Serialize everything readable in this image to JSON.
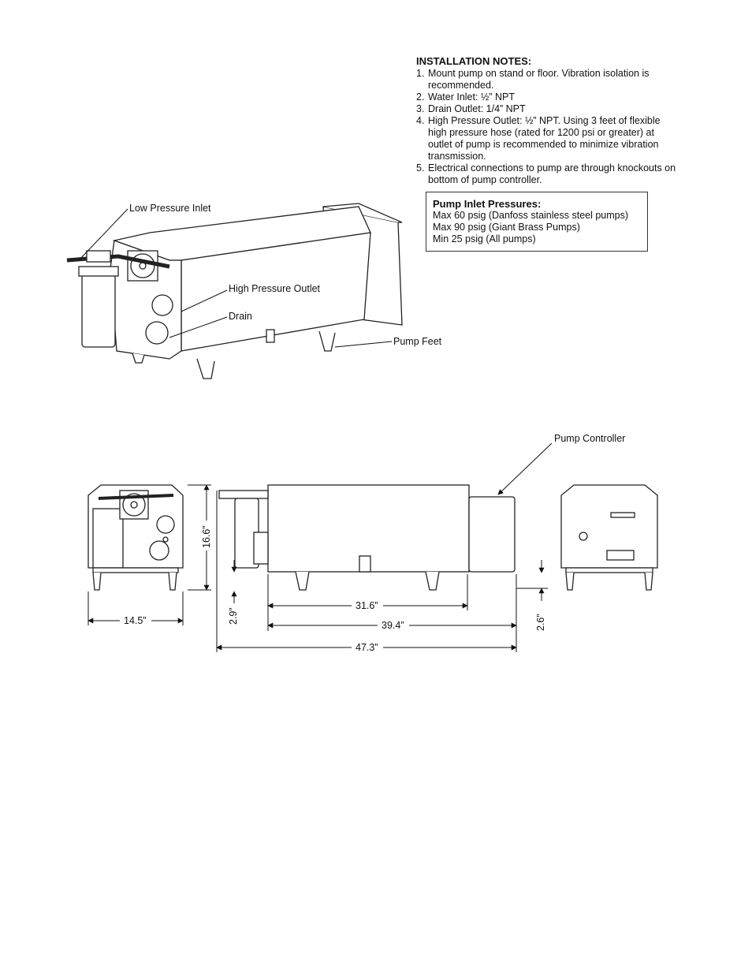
{
  "installation_notes": {
    "title": "INSTALLATION NOTES:",
    "items": [
      {
        "num": "1.",
        "text": "Mount pump on stand or floor.  Vibration isolation is recommended."
      },
      {
        "num": "2.",
        "text": "Water Inlet: ½” NPT"
      },
      {
        "num": "3.",
        "text": "Drain Outlet: 1/4” NPT"
      },
      {
        "num": "4.",
        "text": "High Pressure Outlet: ½” NPT.  Using 3 feet of flexible high pressure hose (rated for 1200 psi or greater) at outlet of pump is recommended to minimize vibration transmission."
      },
      {
        "num": "5.",
        "text": "Electrical connections to pump are through knockouts on bottom of pump controller."
      }
    ]
  },
  "pump_inlet_pressures": {
    "title": "Pump Inlet Pressures:",
    "lines": [
      "Max 60 psig (Danfoss stainless steel pumps)",
      "Max 90 psig (Giant Brass Pumps)",
      "Min 25 psig (All pumps)"
    ]
  },
  "callouts": {
    "low_pressure_inlet": "Low Pressure Inlet",
    "high_pressure_outlet": "High Pressure Outlet",
    "drain": "Drain",
    "pump_feet": "Pump Feet",
    "pump_controller": "Pump Controller"
  },
  "dimensions": {
    "height": "16.6”",
    "width": "14.5”",
    "foot_height": "2.9”",
    "controller_offset": "2.6”",
    "feet_spacing": "31.6”",
    "body_length": "39.4”",
    "overall_length": "47.3”"
  }
}
